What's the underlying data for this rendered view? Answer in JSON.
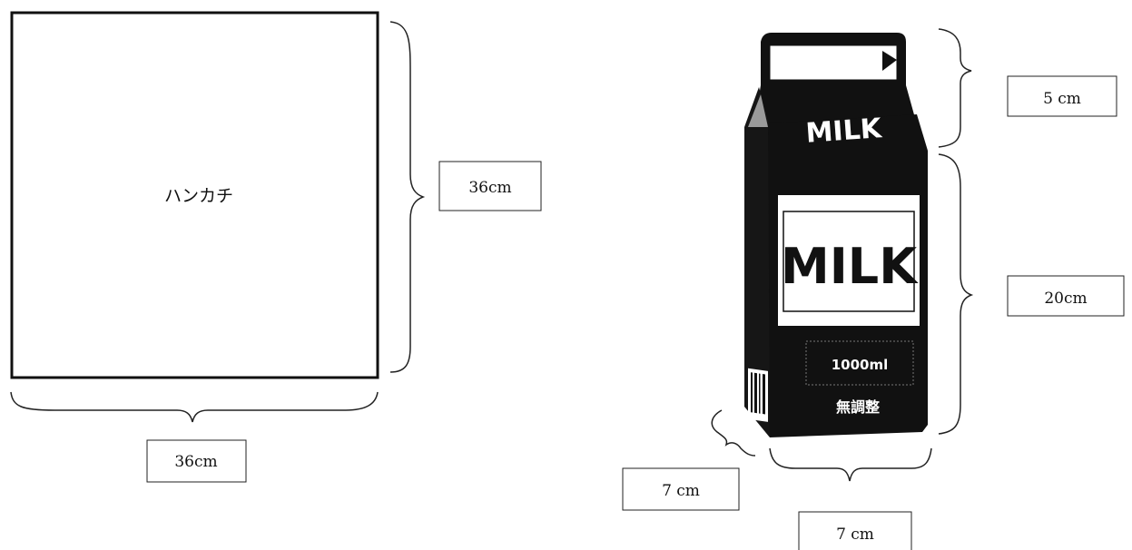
{
  "handkerchief": {
    "label": "ハンカチ",
    "height_label": "36cm",
    "width_label": "36cm"
  },
  "milk_carton": {
    "top_label": "MILK",
    "front_label": "MILK",
    "volume_label": "1000ml",
    "sub_label": "無調整",
    "top_height_label": "5 cm",
    "body_height_label": "20cm",
    "depth_label": "7 cm",
    "width_label": "7 cm"
  },
  "colors": {
    "carton_body": "#111111",
    "line": "#222222",
    "background": "#ffffff"
  }
}
